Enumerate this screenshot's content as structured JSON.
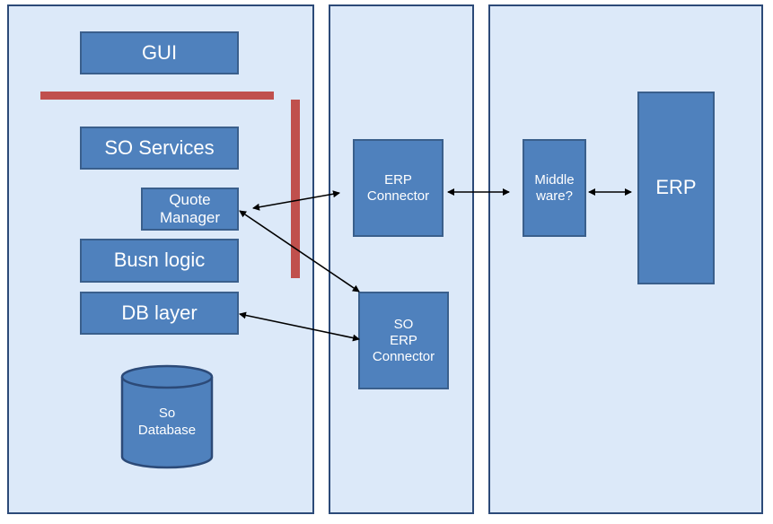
{
  "panels": [
    "left",
    "middle",
    "right"
  ],
  "boxes": {
    "gui": "GUI",
    "so_services": "SO Services",
    "quote_manager": "Quote\nManager",
    "busn_logic": "Busn logic",
    "db_layer": "DB layer",
    "erp_connector": "ERP\nConnector",
    "so_erp_connector": "SO\nERP\nConnector",
    "middleware": "Middle\nware?",
    "erp": "ERP"
  },
  "database": {
    "label": "So\nDatabase"
  },
  "colors": {
    "panel_fill": "#dce9f9",
    "panel_border": "#2c4a78",
    "box_fill": "#4f81bd",
    "box_border": "#3a5f8c",
    "divider": "#c0504d",
    "arrow": "#000000"
  }
}
